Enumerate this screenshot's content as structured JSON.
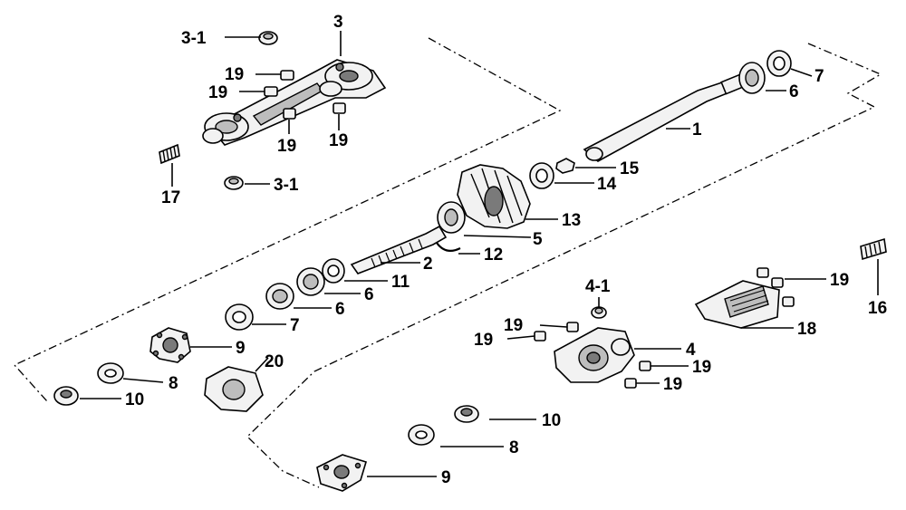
{
  "diagram": {
    "callouts": {
      "c3_1_top": "3-1",
      "c3": "3",
      "c19_a": "19",
      "c19_b": "19",
      "c19_c": "19",
      "c19_d": "19",
      "c17": "17",
      "c3_1_bottom": "3-1",
      "c7_top": "7",
      "c6_top": "6",
      "c1": "1",
      "c15": "15",
      "c14": "14",
      "c13": "13",
      "c5": "5",
      "c12": "12",
      "c2": "2",
      "c11": "11",
      "c6_mid": "6",
      "c6_low": "6",
      "c7_low": "7",
      "c9_left": "9",
      "c20": "20",
      "c8_left": "8",
      "c10_left": "10",
      "c16": "16",
      "c19_e": "19",
      "c18": "18",
      "c4_1": "4-1",
      "c19_f": "19",
      "c19_g": "19",
      "c4": "4",
      "c19_h": "19",
      "c19_i": "19",
      "c10_right": "10",
      "c8_right": "8",
      "c9_right": "9"
    },
    "colors": {
      "ink": "#000000",
      "background": "#ffffff",
      "part_fill": "#f2f2f2",
      "part_shade": "#7a7a7a"
    }
  }
}
